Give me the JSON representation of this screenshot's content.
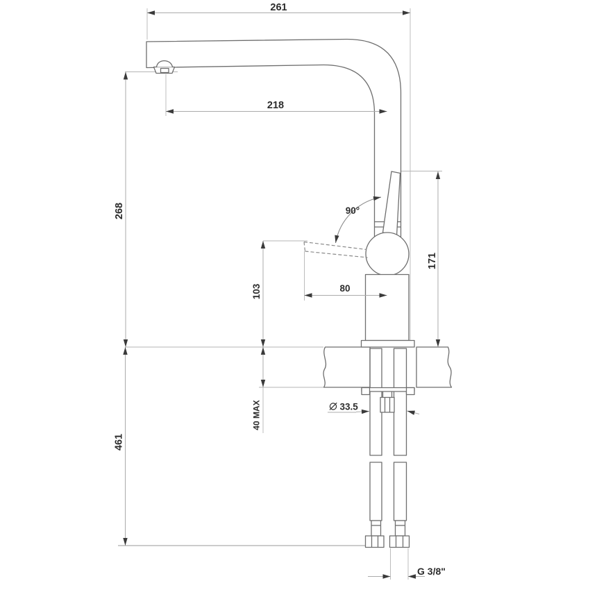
{
  "drawing": {
    "subject": "single-lever kitchen mixer tap, side elevation installation drawing"
  },
  "labels": {
    "overall_spout_projection": "261",
    "spout_reach_to_axis": "218",
    "spout_outlet_height": "268",
    "supply_hose_length": "461",
    "lever_top_height": "171",
    "lever_reach": "80",
    "lever_open_height": "103",
    "lever_swing_angle": "90°",
    "max_deck_thickness": "40 MAX",
    "diameter_prefix_symbol": "⌀",
    "mounting_hole_diameter": "33.5",
    "supply_connection_thread": "G 3/8\""
  },
  "colors": {
    "background": "#ffffff",
    "object_line": "#6e6e6e",
    "dimension_line": "#ababab",
    "arrow_and_text": "#2c2c2c"
  }
}
